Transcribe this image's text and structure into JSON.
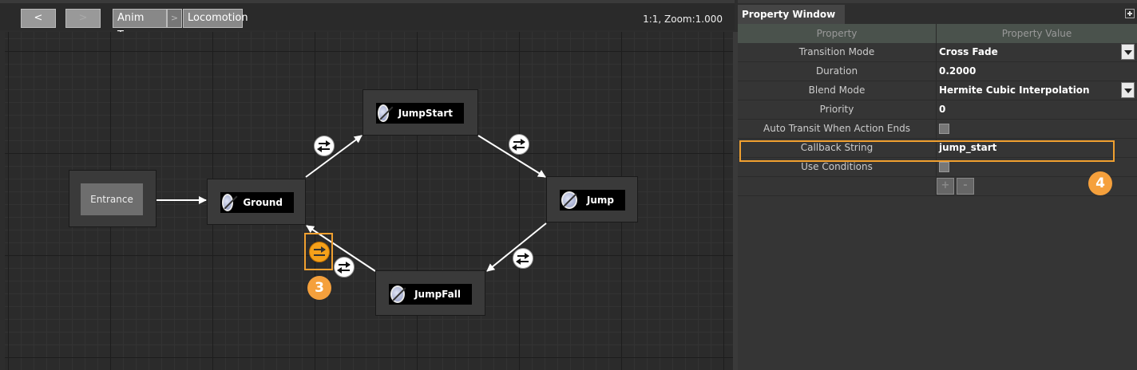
{
  "toolbar": {
    "back_label": "<",
    "forward_label": ">",
    "breadcrumb": [
      "Anim Tree",
      "Locomotion"
    ],
    "breadcrumb_separator": ">",
    "zoom_readout": "1:1, Zoom:1.000"
  },
  "graph": {
    "entrance_label": "Entrance",
    "states": {
      "ground": "Ground",
      "jump_start": "JumpStart",
      "jump": "Jump",
      "jump_fall": "JumpFall"
    },
    "callouts": {
      "transition": "3",
      "callback": "4"
    }
  },
  "property_window": {
    "title": "Property Window",
    "header": {
      "property": "Property",
      "value": "Property Value"
    },
    "rows": [
      {
        "name": "Transition Mode",
        "value": "Cross Fade"
      },
      {
        "name": "Duration",
        "value": "0.2000"
      },
      {
        "name": "Blend Mode",
        "value": "Hermite Cubic Interpolation"
      },
      {
        "name": "Priority",
        "value": "0"
      },
      {
        "name": "Auto Transit When Action Ends",
        "value": ""
      },
      {
        "name": "Callback String",
        "value": "jump_start"
      },
      {
        "name": "Use Conditions",
        "value": ""
      }
    ],
    "add_label": "+",
    "remove_label": "-"
  },
  "colors": {
    "highlight": "#f0a030",
    "callout": "#f5a03c",
    "selected_transition": "#f5a11a"
  }
}
